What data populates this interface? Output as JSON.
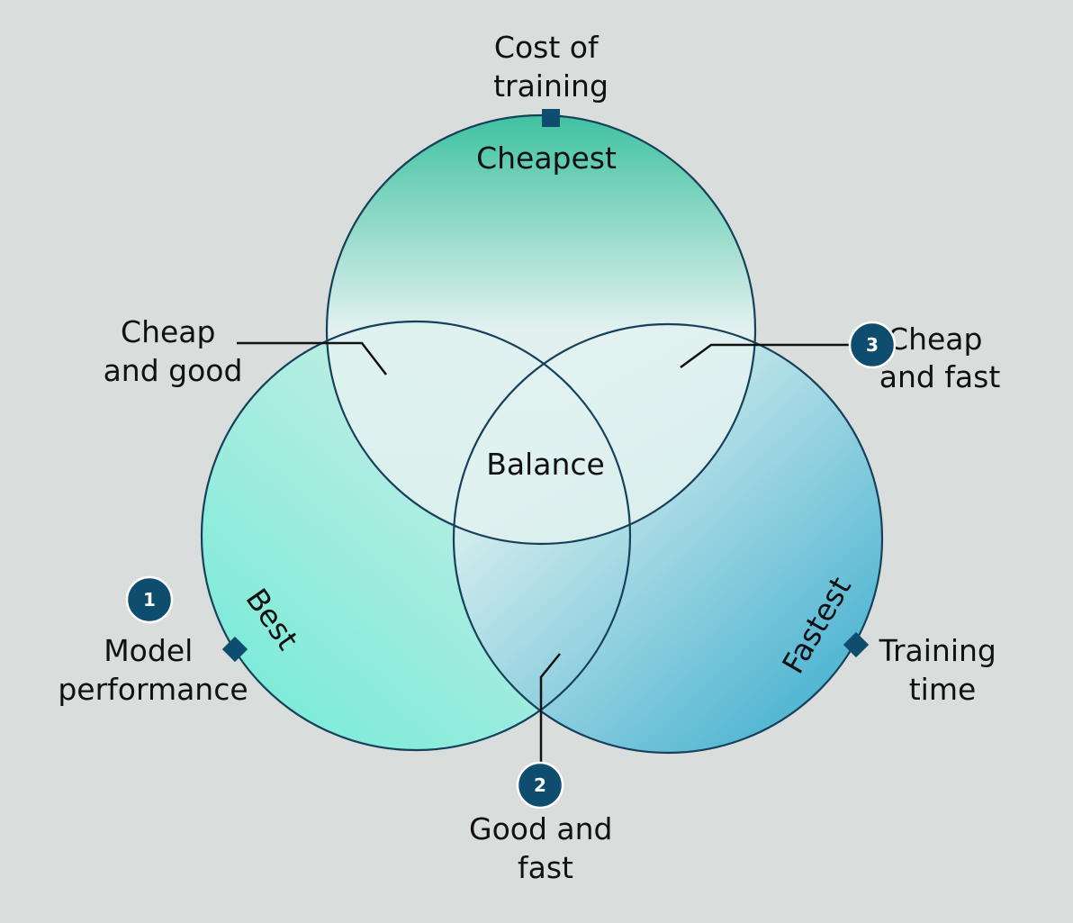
{
  "colors": {
    "background": "#d9dddc",
    "outline": "#17405a",
    "marker": "#0f4d6e",
    "top_circle": "#2ebf9a",
    "left_circle": "#7debd9",
    "right_circle": "#48b2d1",
    "line": "#111111"
  },
  "axes": {
    "cost": [
      "Cost of",
      "training"
    ],
    "performance": [
      "Model",
      "performance"
    ],
    "time": [
      "Training",
      "time"
    ]
  },
  "circles": {
    "top": "Cheapest",
    "left": "Best",
    "right": "Fastest"
  },
  "overlaps": {
    "top_left": [
      "Cheap",
      "and good"
    ],
    "top_right": [
      "Cheap",
      "and fast"
    ],
    "bottom": [
      "Good and",
      "fast"
    ],
    "center": "Balance"
  },
  "badges": {
    "one": "1",
    "two": "2",
    "three": "3"
  }
}
